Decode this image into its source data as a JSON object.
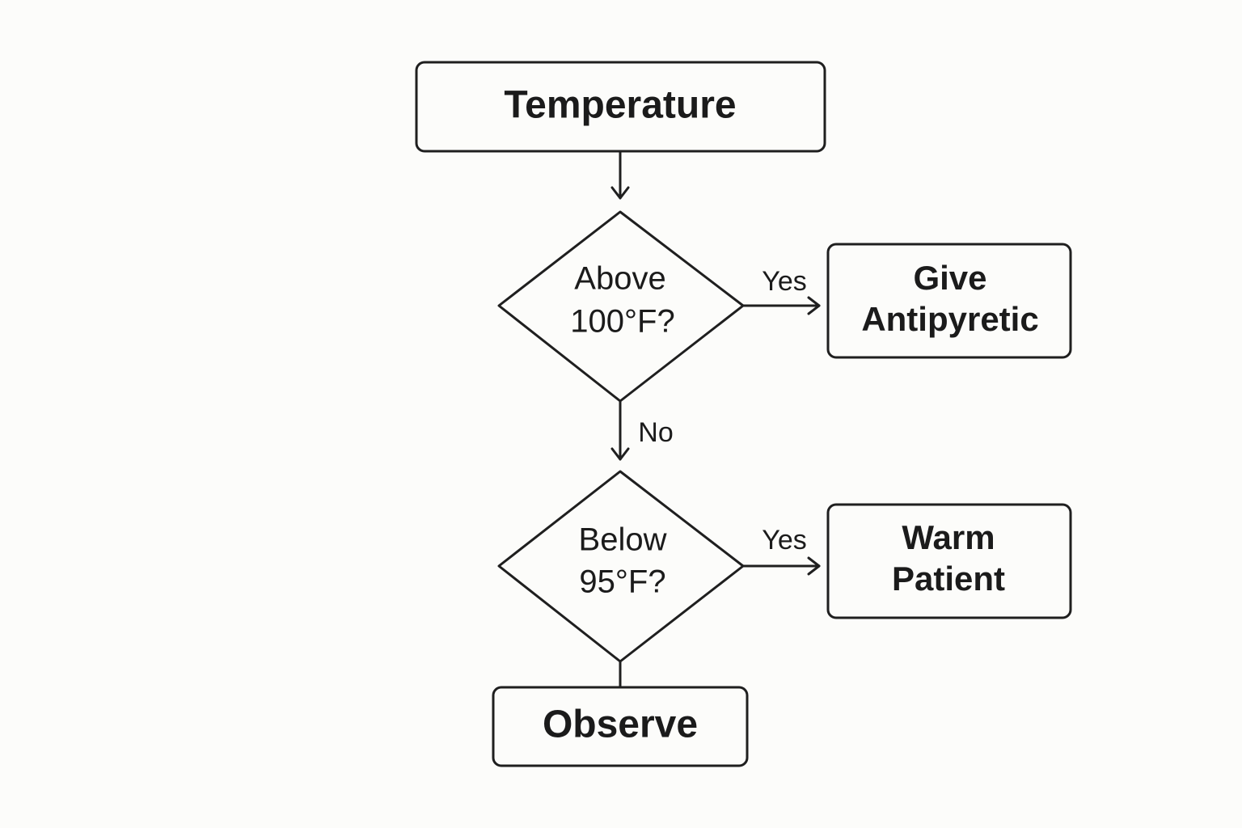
{
  "colors": {
    "background": "#fcfcfa",
    "stroke": "#1f1f1f",
    "text": "#1b1b1b"
  },
  "nodes": {
    "temperature": {
      "label": "Temperature"
    },
    "above_100": {
      "line1": "Above",
      "line2": "100°F?"
    },
    "give_antipyretic": {
      "line1": "Give",
      "line2": "Antipyretic"
    },
    "below_95": {
      "line1": "Below",
      "line2": "95°F?"
    },
    "warm_patient": {
      "line1": "Warm",
      "line2": "Patient"
    },
    "observe": {
      "label": "Observe"
    }
  },
  "edges": {
    "above_yes": "Yes",
    "above_no": "No",
    "below_yes": "Yes"
  }
}
